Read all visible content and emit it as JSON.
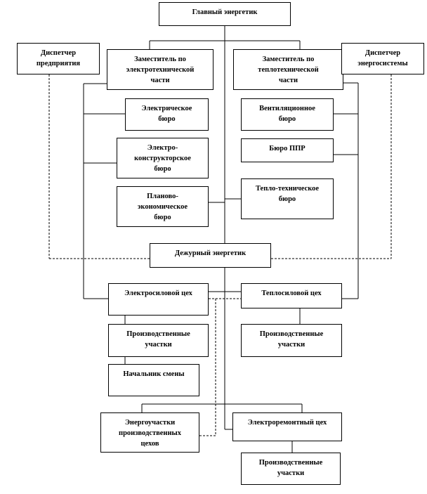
{
  "nodes": {
    "chief": "Главный энергетик",
    "dispatcher_enterprise": "Диспетчер\nпредприятия",
    "deputy_electro": "Заместитель по\nэлектротехнической\nчасти",
    "deputy_thermo": "Заместитель по\nтеплотехнической\nчасти",
    "dispatcher_energy": "Диспетчер\nэнергосистемы",
    "electro_bureau": "Электрическое\nбюро",
    "design_bureau": "Электро-\nконструкторское\nбюро",
    "planning_bureau": "Планово-\nэкономическое\nбюро",
    "vent_bureau": "Вентиляционное\nбюро",
    "ppr_bureau": "Бюро ППР",
    "thermo_bureau": "Тепло-техническое\nбюро",
    "duty": "Дежурный энергетик",
    "electro_shop": "Электросиловой цех",
    "thermo_shop": "Теплосиловой цех",
    "prod_left": "Производственные\nучастки",
    "prod_right": "Производственные\nучастки",
    "shift_head": "Начальник смены",
    "energy_areas": "Энергоучастки\nпроизводственных\nцехов",
    "repair_shop": "Электроремонтный цех",
    "prod_bottom": "Производственные\nучастки"
  }
}
